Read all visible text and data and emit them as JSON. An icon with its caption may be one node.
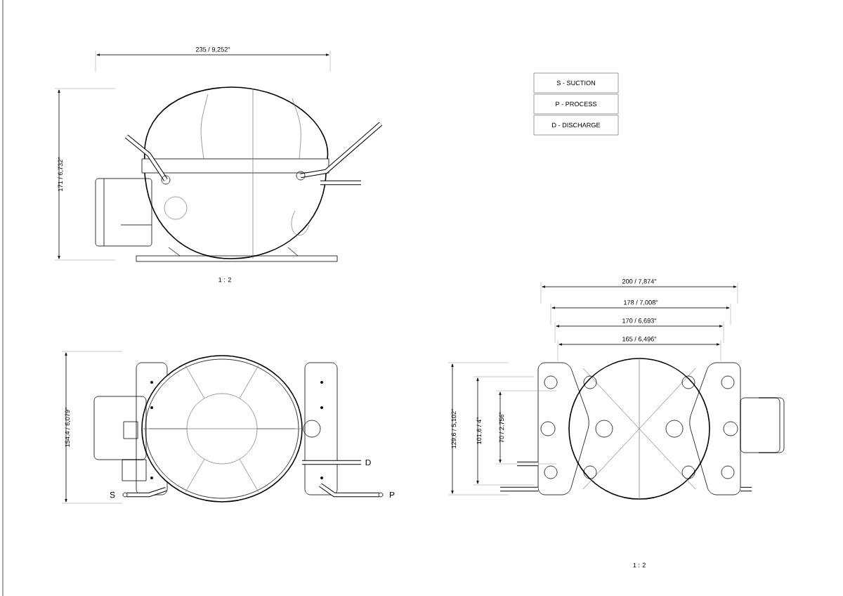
{
  "diagram": {
    "labels": [
      "235 / 9,252\"",
      "171 / 6,732\"",
      "S - SUCTION",
      "P - PROCESS",
      "D - DISCHARGE",
      "1 : 2",
      "200 / 7,874\"",
      "178 / 7,008\"",
      "170 / 6,693\"",
      "165 / 6,496\"",
      "154,4 / 6,079\"",
      "129,6 / 5,102\"",
      "101,6 / 4\"",
      "70 / 2,756\"",
      "D",
      "S",
      "P",
      "1 : 2"
    ]
  }
}
